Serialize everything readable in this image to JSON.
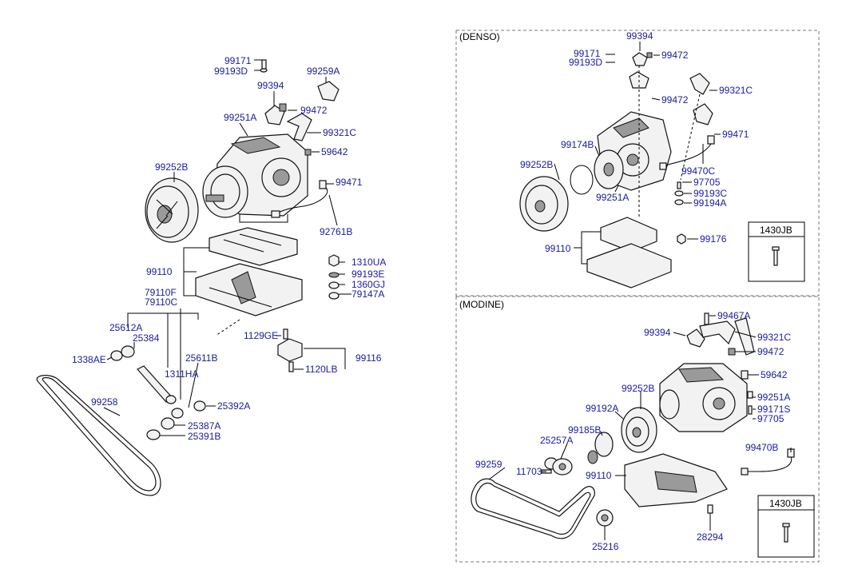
{
  "sections": {
    "denso": "(DENSO)",
    "modine": "(MODINE)"
  },
  "ref_boxes": {
    "denso": "1430JB",
    "modine": "1430JB"
  },
  "main_labels": {
    "p99171": "99171",
    "p99193D": "99193D",
    "p99259A": "99259A",
    "p99394": "99394",
    "p99472": "99472",
    "p99251A": "99251A",
    "p99321C": "99321C",
    "p59642": "59642",
    "p99252B": "99252B",
    "p99471": "99471",
    "p92761B": "92761B",
    "p99110": "99110",
    "p1310UA": "1310UA",
    "p99193E": "99193E",
    "p1360GJ": "1360GJ",
    "p79147A": "79147A",
    "p79110F": "79110F",
    "p79110C": "79110C",
    "p25612A": "25612A",
    "p25384": "25384",
    "p25611B": "25611B",
    "p1129GE": "1129GE",
    "p99116": "99116",
    "p1338AE": "1338AE",
    "p1120LB": "1120LB",
    "p1311HA": "1311HA",
    "p99258": "99258",
    "p25392A": "25392A",
    "p25387A": "25387A",
    "p25391B": "25391B"
  },
  "denso_labels": {
    "p99394": "99394",
    "p99171": "99171",
    "p99472a": "99472",
    "p99193D": "99193D",
    "p99321C": "99321C",
    "p99472b": "99472",
    "p99471": "99471",
    "p99174B": "99174B",
    "p99252B": "99252B",
    "p99470C": "99470C",
    "p97705": "97705",
    "p99193C": "99193C",
    "p99251A": "99251A",
    "p99194A": "99194A",
    "p99110": "99110",
    "p99176": "99176"
  },
  "modine_labels": {
    "p99467A": "99467A",
    "p99394": "99394",
    "p99321C": "99321C",
    "p99472": "99472",
    "p59642": "59642",
    "p99252B": "99252B",
    "p99251A": "99251A",
    "p99192A": "99192A",
    "p99171S": "99171S",
    "p97705": "97705",
    "p99185B": "99185B",
    "p25257A": "25257A",
    "p99470B": "99470B",
    "p99259": "99259",
    "p11703": "11703",
    "p99110": "99110",
    "p25216": "25216",
    "p28294": "28294"
  }
}
